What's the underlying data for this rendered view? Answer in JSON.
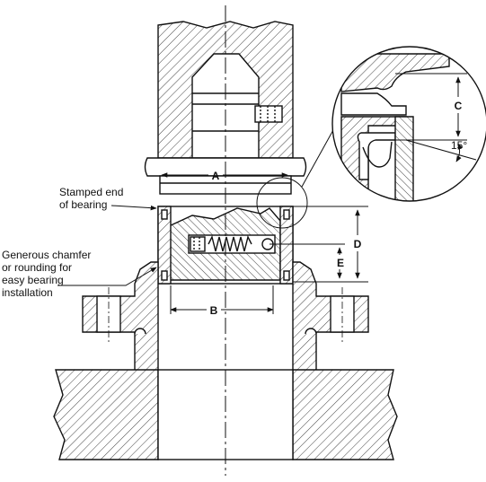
{
  "callouts": {
    "stamped_end": [
      "Stamped end",
      "of bearing"
    ],
    "chamfer": [
      "Generous chamfer",
      "or rounding for",
      "easy bearing",
      "installation"
    ]
  },
  "dimensions": {
    "a": "A",
    "b": "B",
    "c": "C",
    "d": "D",
    "e": "E",
    "angle": "15°"
  },
  "colors": {
    "line": "#111111",
    "hatch": "#444444",
    "background": "#ffffff"
  }
}
